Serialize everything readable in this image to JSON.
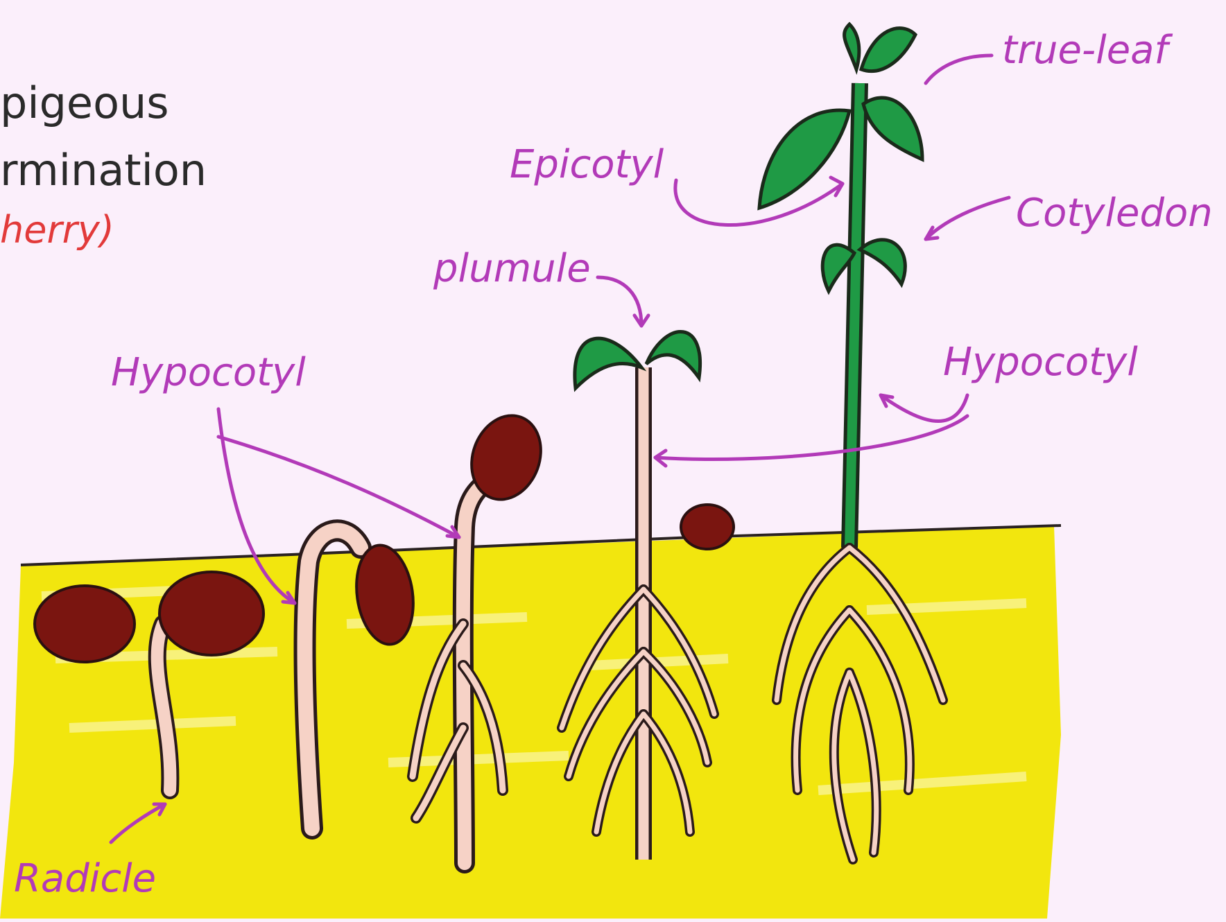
{
  "title": {
    "line1": "pigeous",
    "line2": "rmination",
    "line3": "herry)"
  },
  "labels": {
    "true_leaf": "true-leaf",
    "epicotyl": "Epicotyl",
    "cotyledon": "Cotyledon",
    "plumule": "plumule",
    "hypocotyl_left": "Hypocotyl",
    "hypocotyl_right": "Hypocotyl",
    "radicle": "Radicle"
  },
  "colors": {
    "background": "#fbeffb",
    "soil": "#f2e60e",
    "seed": "#7a1510",
    "stem": "#f6d2c6",
    "leaf": "#1f9a45",
    "label": "#b23ab8",
    "subtitle": "#e23a3a"
  }
}
